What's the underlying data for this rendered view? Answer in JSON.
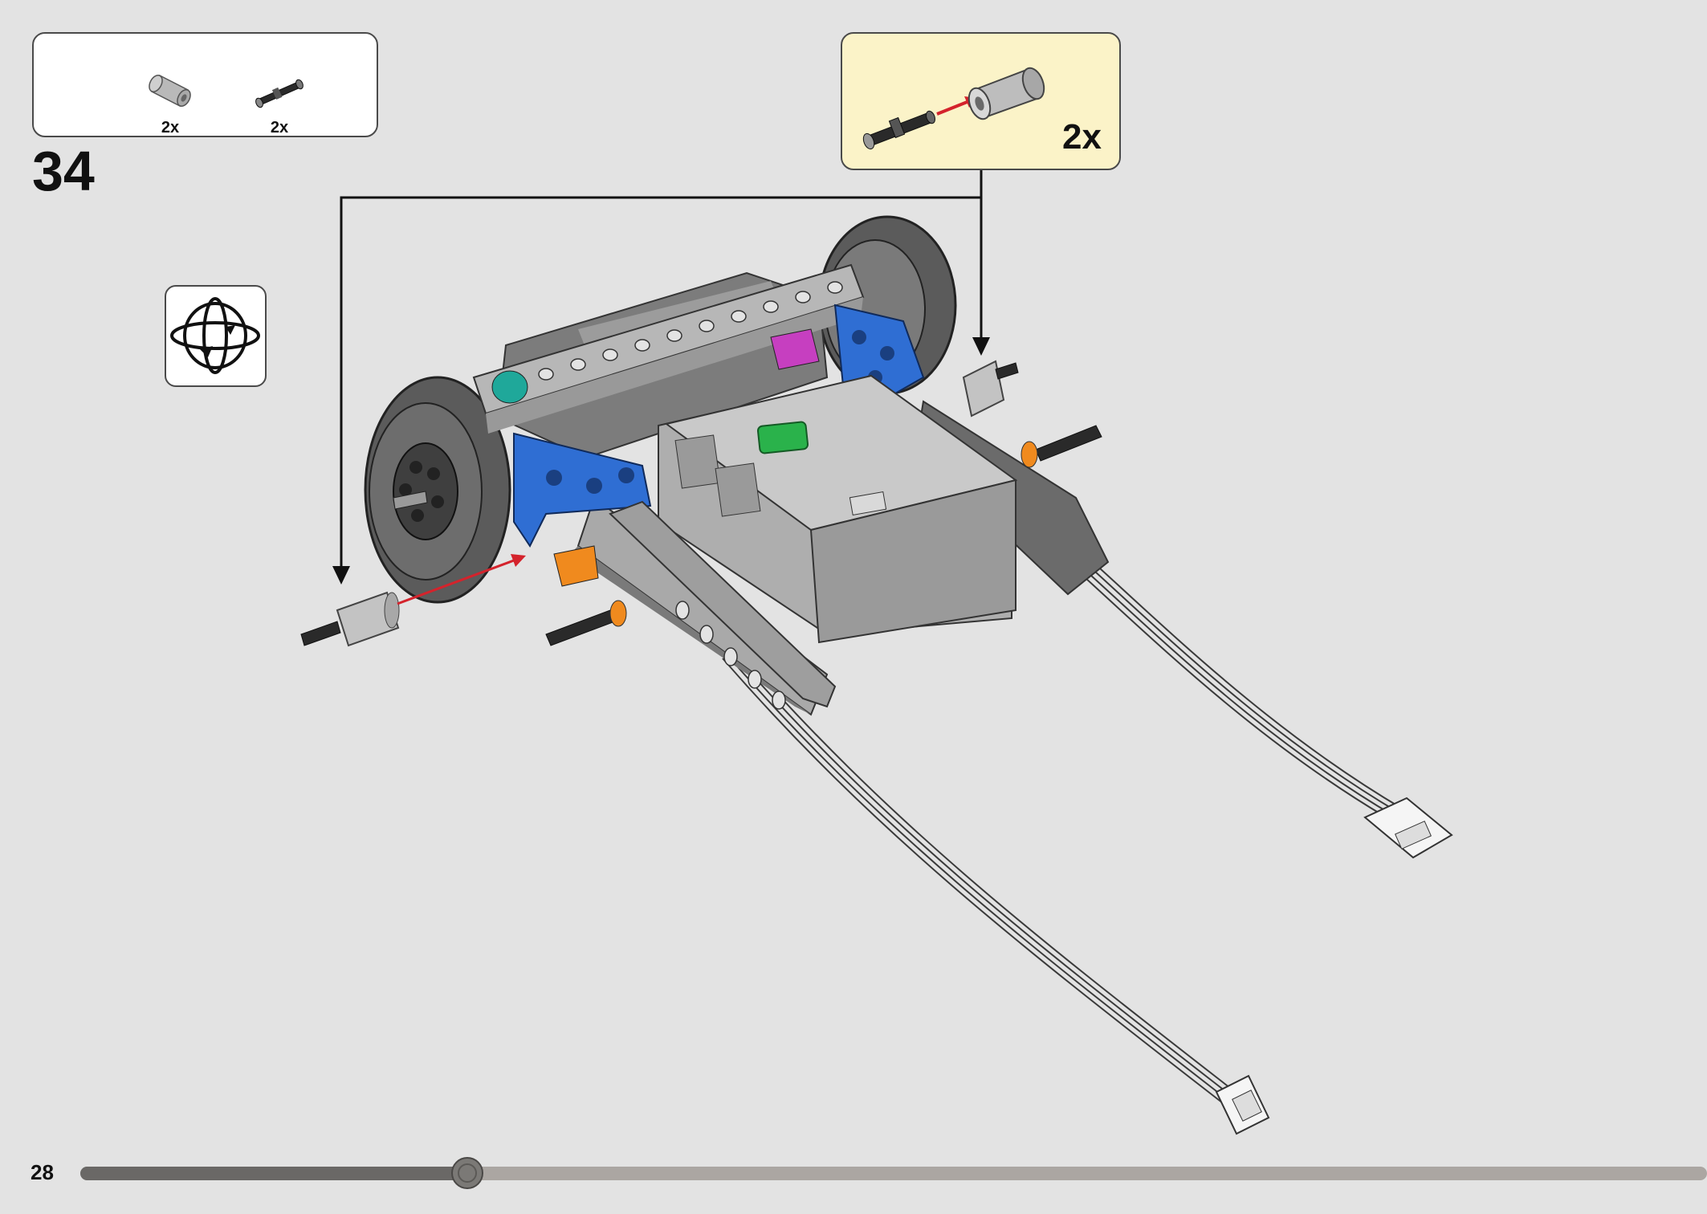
{
  "parts_list": {
    "items": [
      {
        "icon": "gray-bushing-icon",
        "qty": "2x"
      },
      {
        "icon": "black-axle-pin-icon",
        "qty": "2x"
      }
    ]
  },
  "step": {
    "number": "34"
  },
  "subassembly": {
    "qty": "2x"
  },
  "rotate_hint": {
    "icon": "rotate-model-icon"
  },
  "footer": {
    "page_number": "28",
    "progress_fraction": 0.238
  },
  "colors": {
    "background": "#e3e3e3",
    "callout_fill": "#fbf3c8",
    "arrow_red": "#d4232c",
    "technic_blue": "#2f6ed3",
    "hub_green": "#2ab24b"
  }
}
